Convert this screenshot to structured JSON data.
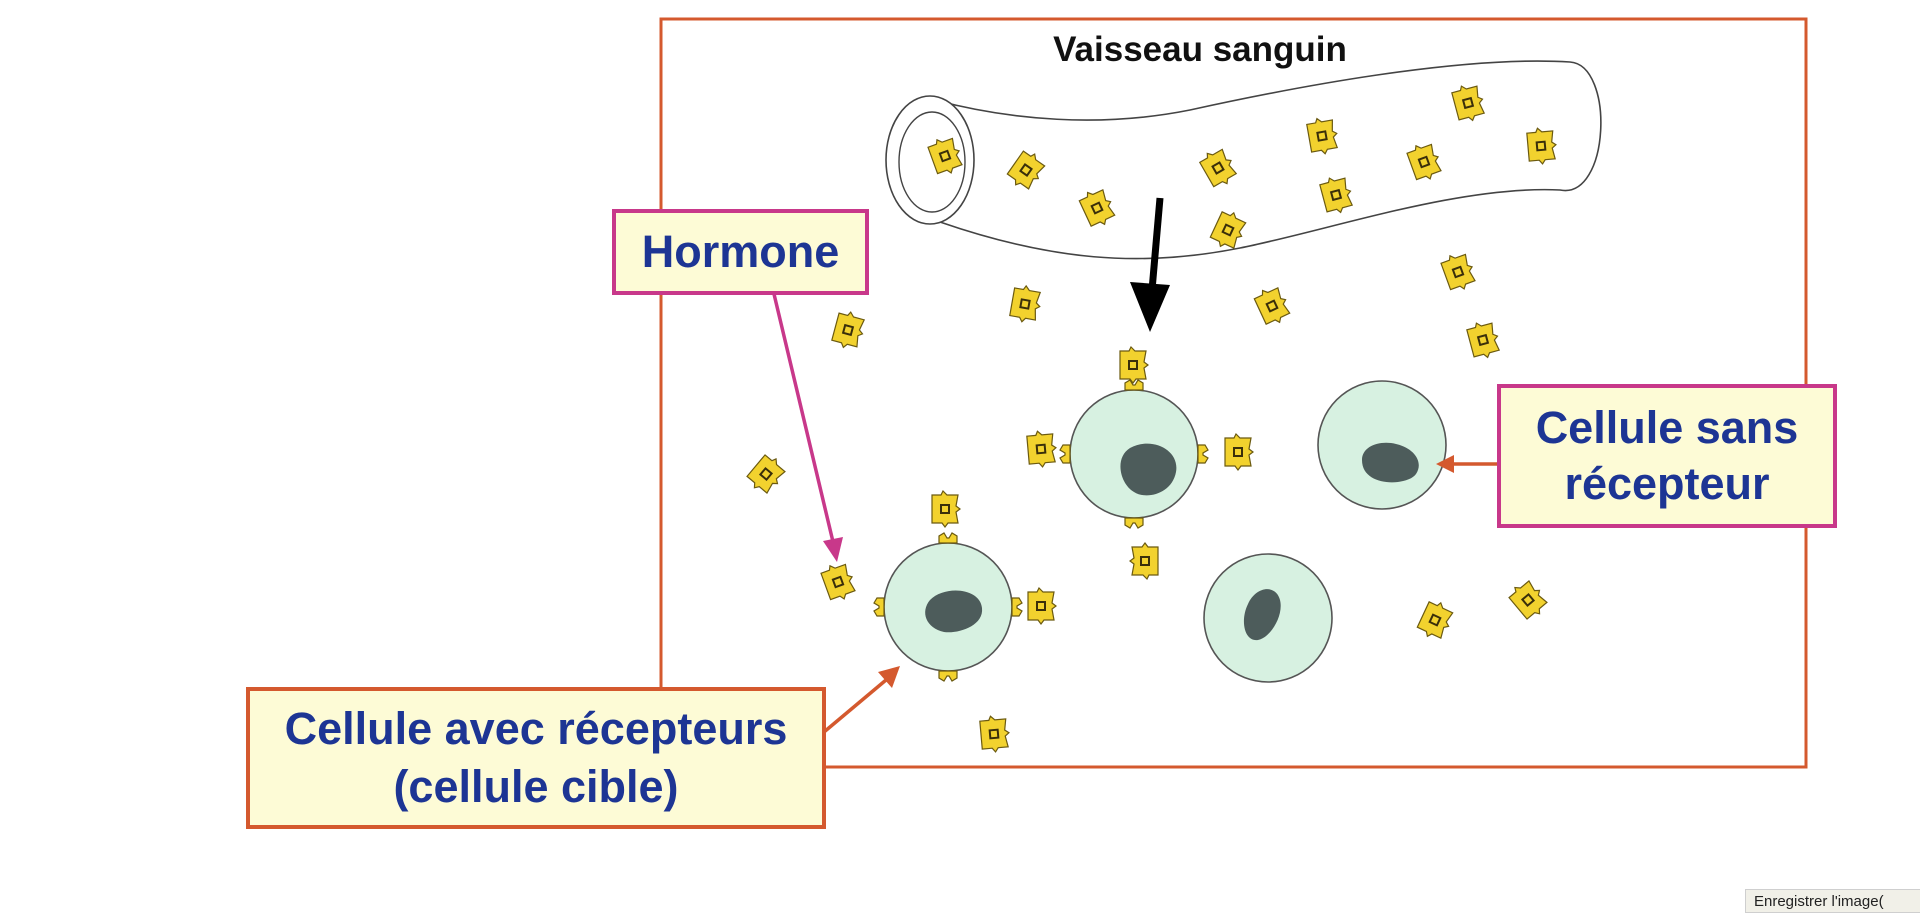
{
  "diagram": {
    "title": "Vaisseau sanguin",
    "labels": {
      "hormone": "Hormone",
      "cell_without_receptor_line1": "Cellule sans",
      "cell_without_receptor_line2": "récepteur",
      "cell_with_receptors_line1": "Cellule avec récepteurs",
      "cell_with_receptors_line2": "(cellule cible)"
    },
    "colors": {
      "frame": "#d4592e",
      "hormone_fill": "#f2d22e",
      "cell_fill": "#d7f1e1",
      "nucleus": "#4d5c5b",
      "label_fill": "#fdfbd6",
      "label_text": "#1d3594",
      "pink_callout": "#c8388a",
      "orange_callout": "#d4592e"
    }
  },
  "tooltip": {
    "text": "Enregistrer l'image("
  }
}
